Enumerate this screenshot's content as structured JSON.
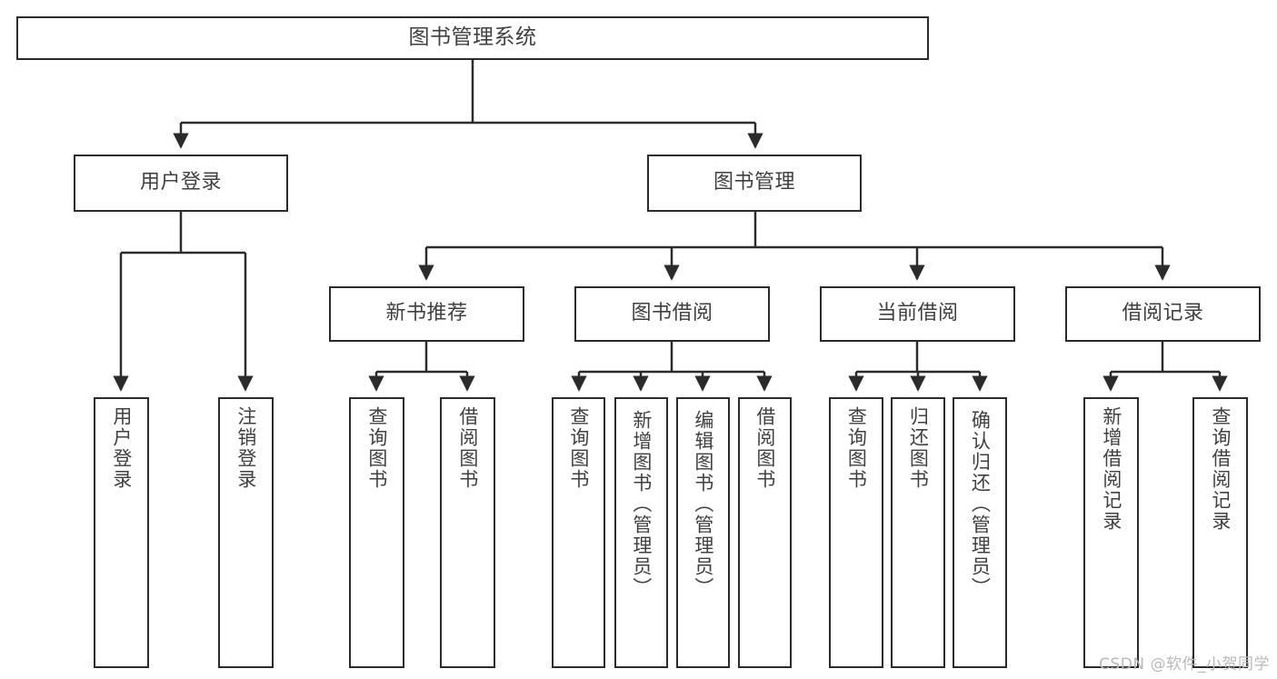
{
  "diagram": {
    "type": "tree",
    "title": "图书管理系统",
    "watermark": "CSDN @软件_小贺同学",
    "colors": {
      "box_stroke": "#2b2b2b",
      "box_fill": "#ffffff",
      "text": "#404040",
      "edge": "#2b2b2b",
      "watermark": "#b9b9b9",
      "background": "#ffffff"
    },
    "nodes": {
      "root": {
        "label": "图书管理系统"
      },
      "level2": [
        {
          "id": "user-login",
          "label": "用户登录"
        },
        {
          "id": "book-manage",
          "label": "图书管理"
        }
      ],
      "level3": [
        {
          "id": "new-book-rec",
          "label": "新书推荐"
        },
        {
          "id": "book-borrow",
          "label": "图书借阅"
        },
        {
          "id": "current-borrow",
          "label": "当前借阅"
        },
        {
          "id": "borrow-record",
          "label": "借阅记录"
        }
      ],
      "leaves": {
        "user-login": [
          {
            "id": "leaf-user-login",
            "label": "用户登录"
          },
          {
            "id": "leaf-logout",
            "label": "注销登录"
          }
        ],
        "new-book-rec": [
          {
            "id": "leaf-query-book-1",
            "label": "查询图书"
          },
          {
            "id": "leaf-borrow-book-1",
            "label": "借阅图书"
          }
        ],
        "book-borrow": [
          {
            "id": "leaf-query-book-2",
            "label": "查询图书"
          },
          {
            "id": "leaf-add-book",
            "label": "新增图书（管理员）"
          },
          {
            "id": "leaf-edit-book",
            "label": "编辑图书（管理员）"
          },
          {
            "id": "leaf-borrow-book-2",
            "label": "借阅图书"
          }
        ],
        "current-borrow": [
          {
            "id": "leaf-query-book-3",
            "label": "查询图书"
          },
          {
            "id": "leaf-return-book",
            "label": "归还图书"
          },
          {
            "id": "leaf-confirm-return",
            "label": "确认归还（管理员）"
          }
        ],
        "borrow-record": [
          {
            "id": "leaf-add-record",
            "label": "新增借阅记录"
          },
          {
            "id": "leaf-query-record",
            "label": "查询借阅记录"
          }
        ]
      }
    }
  }
}
